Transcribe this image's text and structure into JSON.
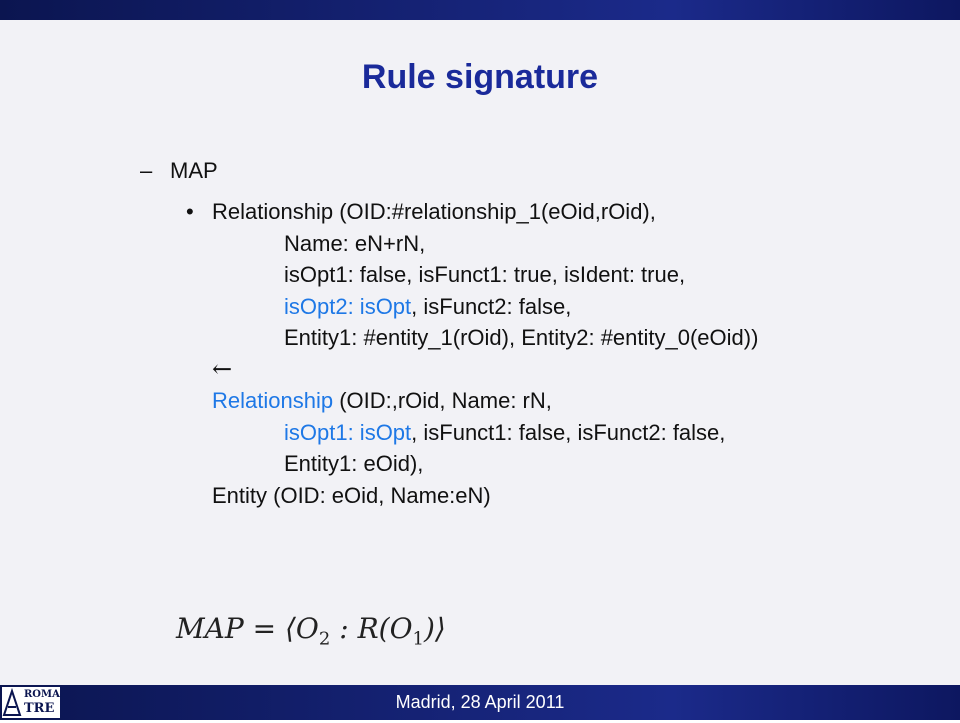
{
  "slide": {
    "title": "Rule signature",
    "dash_marker": "–",
    "heading": "MAP",
    "bullet_marker": "•",
    "lines": [
      {
        "a": "Relationship (OID:#relationship_1(eOid,rOid),"
      },
      {
        "a": "Name: eN+rN,"
      },
      {
        "a": "isOpt1: false, isFunct1: true, isIdent: true,"
      },
      {
        "blue": "isOpt2: isOpt",
        "rest": ", isFunct2: false,"
      },
      {
        "a": "Entity1: #entity_1(rOid), Entity2: #entity_0(eOid))"
      },
      {
        "arrow": "←"
      },
      {
        "blue": "Relationship",
        "rest": " (OID:,rOid, Name: rN,"
      },
      {
        "blue": "isOpt1: isOpt",
        "rest": ", isFunct1: false, isFunct2: false,"
      },
      {
        "a": "Entity1: eOid),"
      },
      {
        "a": "Entity (OID: eOid, Name:eN)"
      }
    ],
    "formula": {
      "lhs": "MAP",
      "eq": " = ⟨",
      "o": "O",
      "o_sub": "2",
      "mid": " : R(O",
      "o1_sub": "1",
      "end": ")⟩"
    }
  },
  "footer": {
    "text": "Madrid, 28 April 2011",
    "logo_line1": "ROMA",
    "logo_line2": "TRE"
  },
  "colors": {
    "title": "#1a2a9a",
    "highlight": "#1e78e6",
    "bar": "#1b2a8a"
  }
}
